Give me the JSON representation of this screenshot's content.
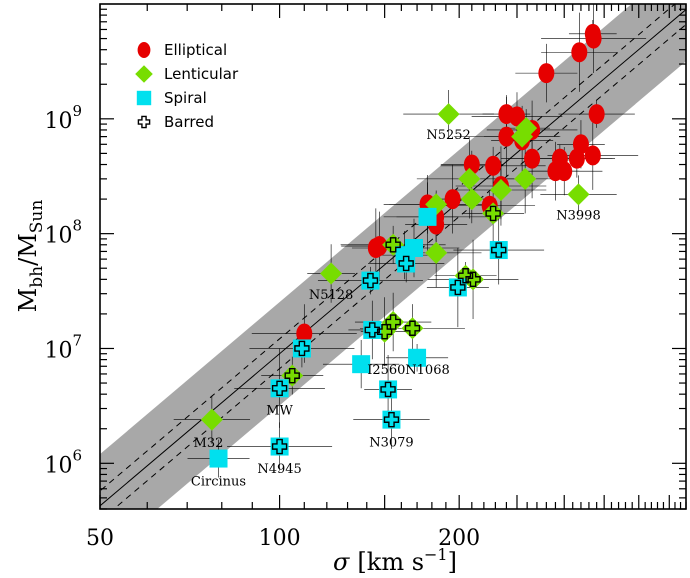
{
  "chart_data": {
    "type": "scatter",
    "x_scale": "log",
    "y_scale": "log",
    "xlim": [
      50,
      480
    ],
    "ylim": [
      400000.0,
      10000000000.0
    ],
    "x_ticks": [
      {
        "value": 50,
        "label": "50"
      },
      {
        "value": 100,
        "label": "100"
      },
      {
        "value": 200,
        "label": "200"
      }
    ],
    "y_ticks": [
      {
        "value": 1000000.0,
        "base": "10",
        "exp": "6"
      },
      {
        "value": 10000000.0,
        "base": "10",
        "exp": "7"
      },
      {
        "value": 100000000.0,
        "base": "10",
        "exp": "8"
      },
      {
        "value": 1000000000.0,
        "base": "10",
        "exp": "9"
      }
    ],
    "xlabel": {
      "symbol": "σ",
      "text": "[km s",
      "sup": "−1",
      "close": "]"
    },
    "ylabel": {
      "m": "M",
      "num_sub": "bh",
      "den": "M",
      "den_sub": "Sun",
      "slash": "/"
    },
    "legend_position": "top-left",
    "legend": [
      {
        "key": "elliptical",
        "label": "Elliptical",
        "marker": "ellipse",
        "color": "#e60000"
      },
      {
        "key": "lenticular",
        "label": "Lenticular",
        "marker": "diamond",
        "color": "#77dd00"
      },
      {
        "key": "spiral",
        "label": "Spiral",
        "marker": "square",
        "color": "#00e0ee"
      },
      {
        "key": "barred",
        "label": "Barred",
        "marker": "cross",
        "color": "#ffffff"
      }
    ],
    "relation": {
      "slope": 4.4,
      "pivot_sigma": 200,
      "pivot_mass": 190000000.0,
      "dashed_offset_dex": 0.13,
      "band_offset_dex": 0.45,
      "band_color": "#a8a8a8"
    },
    "series": [
      {
        "name": "Elliptical",
        "marker": "ellipse",
        "color": "#e60000",
        "points": [
          {
            "x": 335,
            "y": 5500000000.0
          },
          {
            "x": 318,
            "y": 3800000000.0
          },
          {
            "x": 336,
            "y": 5000000000.0
          },
          {
            "x": 280,
            "y": 2500000000.0
          },
          {
            "x": 250,
            "y": 1050000000.0
          },
          {
            "x": 240,
            "y": 1100000000.0
          },
          {
            "x": 340,
            "y": 1100000000.0
          },
          {
            "x": 240,
            "y": 700000000.0
          },
          {
            "x": 255,
            "y": 650000000.0
          },
          {
            "x": 265,
            "y": 800000000.0
          },
          {
            "x": 320,
            "y": 600000000.0
          },
          {
            "x": 315,
            "y": 450000000.0
          },
          {
            "x": 295,
            "y": 450000000.0
          },
          {
            "x": 265,
            "y": 450000000.0
          },
          {
            "x": 335,
            "y": 480000000.0
          },
          {
            "x": 290,
            "y": 350000000.0
          },
          {
            "x": 300,
            "y": 350000000.0
          },
          {
            "x": 228,
            "y": 390000000.0
          },
          {
            "x": 210,
            "y": 400000000.0
          },
          {
            "x": 235,
            "y": 260000000.0
          },
          {
            "x": 195,
            "y": 200000000.0
          },
          {
            "x": 177,
            "y": 180000000.0
          },
          {
            "x": 183,
            "y": 140000000.0
          },
          {
            "x": 183,
            "y": 120000000.0
          },
          {
            "x": 225,
            "y": 175000000.0
          },
          {
            "x": 145,
            "y": 75000000.0
          },
          {
            "x": 147,
            "y": 78000000.0
          },
          {
            "x": 110,
            "y": 13500000.0
          }
        ]
      },
      {
        "name": "Lenticular",
        "marker": "diamond",
        "color": "#77dd00",
        "points": [
          {
            "x": 192,
            "y": 1100000000.0
          },
          {
            "x": 259,
            "y": 830000000.0
          },
          {
            "x": 255,
            "y": 700000000.0
          },
          {
            "x": 208,
            "y": 300000000.0
          },
          {
            "x": 258,
            "y": 300000000.0
          },
          {
            "x": 235,
            "y": 240000000.0
          },
          {
            "x": 210,
            "y": 200000000.0
          },
          {
            "x": 317,
            "y": 220000000.0
          },
          {
            "x": 183,
            "y": 180000000.0
          },
          {
            "x": 228,
            "y": 150000000.0
          },
          {
            "x": 183,
            "y": 68000000.0
          },
          {
            "x": 122,
            "y": 45000000.0
          },
          {
            "x": 77,
            "y": 2400000.0
          },
          {
            "x": 155,
            "y": 80000000.0
          },
          {
            "x": 205,
            "y": 43000000.0
          },
          {
            "x": 211,
            "y": 40000000.0
          },
          {
            "x": 150,
            "y": 14000000.0
          },
          {
            "x": 155,
            "y": 17000000.0
          },
          {
            "x": 167,
            "y": 15000000.0
          },
          {
            "x": 105,
            "y": 5800000.0
          }
        ]
      },
      {
        "name": "Spiral",
        "marker": "square",
        "color": "#00e0ee",
        "points": [
          {
            "x": 177,
            "y": 140000000.0
          },
          {
            "x": 168,
            "y": 75000000.0
          },
          {
            "x": 162,
            "y": 65000000.0
          },
          {
            "x": 163,
            "y": 55000000.0
          },
          {
            "x": 142,
            "y": 39000000.0
          },
          {
            "x": 199,
            "y": 34000000.0
          },
          {
            "x": 233,
            "y": 72000000.0
          },
          {
            "x": 143,
            "y": 14500000.0
          },
          {
            "x": 137,
            "y": 7300000.0
          },
          {
            "x": 109,
            "y": 10000000.0
          },
          {
            "x": 170,
            "y": 8300000.0
          },
          {
            "x": 100,
            "y": 4500000.0
          },
          {
            "x": 152,
            "y": 4400000.0
          },
          {
            "x": 154,
            "y": 2400000.0
          },
          {
            "x": 100,
            "y": 1400000.0
          },
          {
            "x": 79,
            "y": 1100000.0
          }
        ]
      },
      {
        "name": "Barred",
        "marker": "cross",
        "color": "#ffffff",
        "points": [
          {
            "x": 155,
            "y": 80000000.0
          },
          {
            "x": 163,
            "y": 55000000.0
          },
          {
            "x": 142,
            "y": 39000000.0
          },
          {
            "x": 205,
            "y": 43000000.0
          },
          {
            "x": 211,
            "y": 40000000.0
          },
          {
            "x": 199,
            "y": 34000000.0
          },
          {
            "x": 233,
            "y": 72000000.0
          },
          {
            "x": 228,
            "y": 150000000.0
          },
          {
            "x": 155,
            "y": 17000000.0
          },
          {
            "x": 150,
            "y": 14000000.0
          },
          {
            "x": 167,
            "y": 15000000.0
          },
          {
            "x": 143,
            "y": 14500000.0
          },
          {
            "x": 109,
            "y": 10000000.0
          },
          {
            "x": 105,
            "y": 5800000.0
          },
          {
            "x": 100,
            "y": 4500000.0
          },
          {
            "x": 152,
            "y": 4400000.0
          },
          {
            "x": 154,
            "y": 2400000.0
          },
          {
            "x": 100,
            "y": 1400000.0
          }
        ]
      }
    ],
    "annotations": [
      {
        "text": "N5252",
        "x": 192,
        "y": 670000000.0
      },
      {
        "text": "N3998",
        "x": 317,
        "y": 133000000.0
      },
      {
        "text": "N5128",
        "x": 122,
        "y": 27000000.0
      },
      {
        "text": "I2560",
        "x": 151,
        "y": 6000000.0
      },
      {
        "text": "N1068",
        "x": 177,
        "y": 6000000.0
      },
      {
        "text": "MW",
        "x": 100,
        "y": 2650000.0
      },
      {
        "text": "N3079",
        "x": 154,
        "y": 1400000.0
      },
      {
        "text": "M32",
        "x": 76,
        "y": 1380000.0
      },
      {
        "text": "N4945",
        "x": 100,
        "y": 820000.0
      },
      {
        "text": "Circinus",
        "x": 79,
        "y": 640000.0
      }
    ]
  }
}
